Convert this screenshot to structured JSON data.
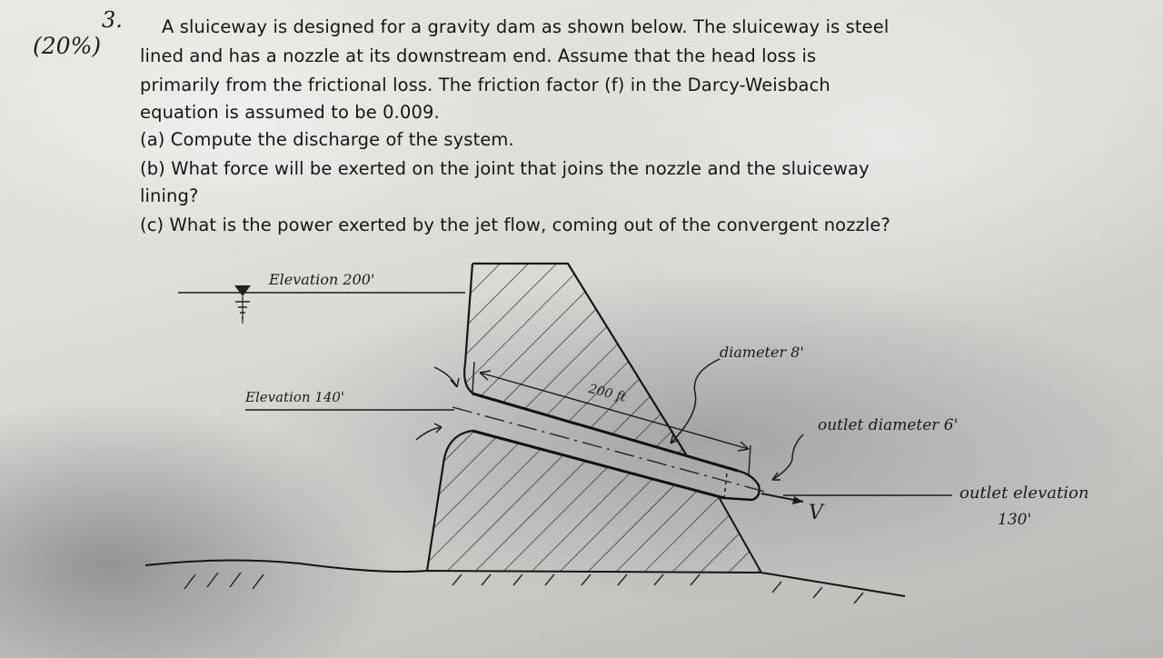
{
  "problem": {
    "number": "3.",
    "weight": "(20%)",
    "lines": [
      "A sluiceway is designed for a gravity dam as shown below. The sluiceway is steel",
      "lined and has a nozzle at its downstream end.  Assume that the head loss is",
      "primarily from the frictional loss. The friction factor (f) in the Darcy-Weisbach",
      "equation is assumed to be 0.009.",
      "(a) Compute the discharge of the system.",
      "(b) What force will be exerted on the joint that joins the nozzle and the sluiceway",
      "lining?",
      "(c) What is the power exerted by the jet flow, coming out of the convergent nozzle?"
    ]
  },
  "diagram": {
    "labels": {
      "reservoir_elevation": "Elevation 200'",
      "inlet_elevation": "Elevation 140'",
      "pipe_length": "200 ft",
      "pipe_diameter": "diameter 8'",
      "outlet_diameter": "outlet diameter 6'",
      "outlet_elevation_line1": "outlet elevation",
      "outlet_elevation_line2": "130'",
      "velocity": "V"
    },
    "colors": {
      "ink": "#1a1a1a",
      "paper": "#e4e3dd"
    }
  }
}
